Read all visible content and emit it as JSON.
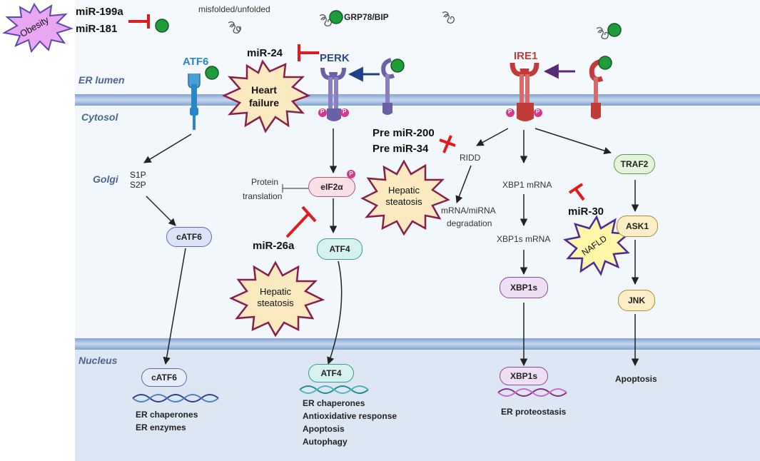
{
  "regions": {
    "er_lumen": "ER lumen",
    "cytosol": "Cytosol",
    "golgi": "Golgi",
    "nucleus": "Nucleus"
  },
  "top": {
    "obesity": "Obesity",
    "mir_199a": "miR-199a",
    "mir_181": "miR-181",
    "misfolded": "misfolded/unfolded",
    "grp78": "GRP78/BIP",
    "mir_24": "miR-24"
  },
  "receptors": {
    "atf6": "ATF6",
    "perk": "PERK",
    "ire1": "IRE1",
    "p": "P"
  },
  "atf6_branch": {
    "s1p": "S1P",
    "s2p": "S2P",
    "catf6": "cATF6",
    "catf6_nuc": "cATF6",
    "targets": [
      "ER chaperones",
      "ER enzymes"
    ]
  },
  "perk_branch": {
    "protein_translation": [
      "Protein",
      "translation"
    ],
    "eif2a": "eIF2α",
    "atf4": "ATF4",
    "mir_26a": "miR-26a",
    "atf4_nuc": "ATF4",
    "targets": [
      "ER chaperones",
      "Antioxidative response",
      "Apoptosis",
      "Autophagy"
    ]
  },
  "ire1_branch": {
    "pre_mir_200": "Pre miR-200",
    "pre_mir_34": "Pre miR-34",
    "ridd": "RIDD",
    "mrna_deg": [
      "mRNA/miRNA",
      "degradation"
    ],
    "xbp1_mrna": "XBP1 mRNA",
    "mir_30": "miR-30",
    "xbp1s_mrna": "XBP1s mRNA",
    "xbp1s": "XBP1s",
    "xbp1s_nuc": "XBP1s",
    "xbp1_target": "ER proteostasis",
    "traf2": "TRAF2",
    "ask1": "ASK1",
    "jnk": "JNK",
    "apoptosis": "Apoptosis"
  },
  "diseases": {
    "heart_failure": [
      "Heart",
      "failure"
    ],
    "hepatic_steatosis_1": [
      "Hepatic",
      "steatosis"
    ],
    "hepatic_steatosis_2": [
      "Hepatic",
      "steatosis"
    ],
    "nafld": "NAFLD"
  },
  "colors": {
    "membrane": "#8fb0d6",
    "cytosol_bg": "#f2f7fc",
    "nucleus_bg": "#dfe8f5",
    "inhibit": "#e01b1b",
    "atf6": "#2a86c6",
    "perk": "#6b5fa6",
    "ire1": "#c23b3b",
    "chaperone": "#1e9d3a",
    "star_fill": "#fbe9c0",
    "star_stroke": "#8a1e4b"
  }
}
